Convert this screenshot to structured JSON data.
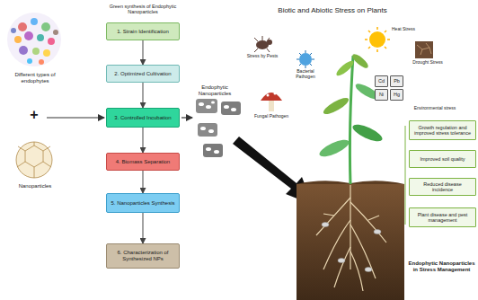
{
  "diagram": {
    "nodes": [
      {
        "text": [
          "1. Strain Identification"
        ]
      },
      {
        "text": [
          "2. Optimized Cultivation"
        ]
      },
      {
        "text": [
          "3. Controlled Incubation"
        ]
      },
      {
        "text": [
          "4. Biomass Separation"
        ]
      },
      {
        "text": [
          "5. Nanoparticles Synthesis"
        ]
      },
      {
        "text": [
          "6. Characterization of Synthesized NPs"
        ]
      },
      {
        "text": [
          "Cd"
        ]
      },
      {
        "text": [
          "Pb"
        ]
      },
      {
        "text": [
          "Ni"
        ]
      },
      {
        "text": [
          "Hg"
        ]
      },
      {
        "text": [
          "Growth regulation and improved stress tolerance"
        ]
      },
      {
        "text": [
          "Improved soil quality"
        ]
      },
      {
        "text": [
          "Reduced disease incidence"
        ]
      },
      {
        "text": [
          "Plant disease and pest management"
        ]
      }
    ],
    "edges": [
      {
        "from": 0,
        "to": 1,
        "arrow": "to"
      },
      {
        "from": 1,
        "to": 2,
        "arrow": "to"
      },
      {
        "from": 2,
        "to": 3,
        "arrow": "to"
      },
      {
        "from": 3,
        "to": 4,
        "arrow": "to"
      },
      {
        "from": 4,
        "to": 5,
        "arrow": "to"
      }
    ],
    "labels": [
      "Green synthesis of Endophytic Nanoparticles",
      "Different types of endophytes",
      "+",
      "Nanoparticles",
      "Endophytic Nanoparticles",
      "Biotic and Abiotic Stress on Plants",
      "Heat Stress",
      "Stress by Pests",
      "Bacterial Pathogen",
      "Fungal Pathogen",
      "Drought Stress",
      "Environmental stress",
      "Endophytic Nanoparticles in Stress Management"
    ]
  }
}
